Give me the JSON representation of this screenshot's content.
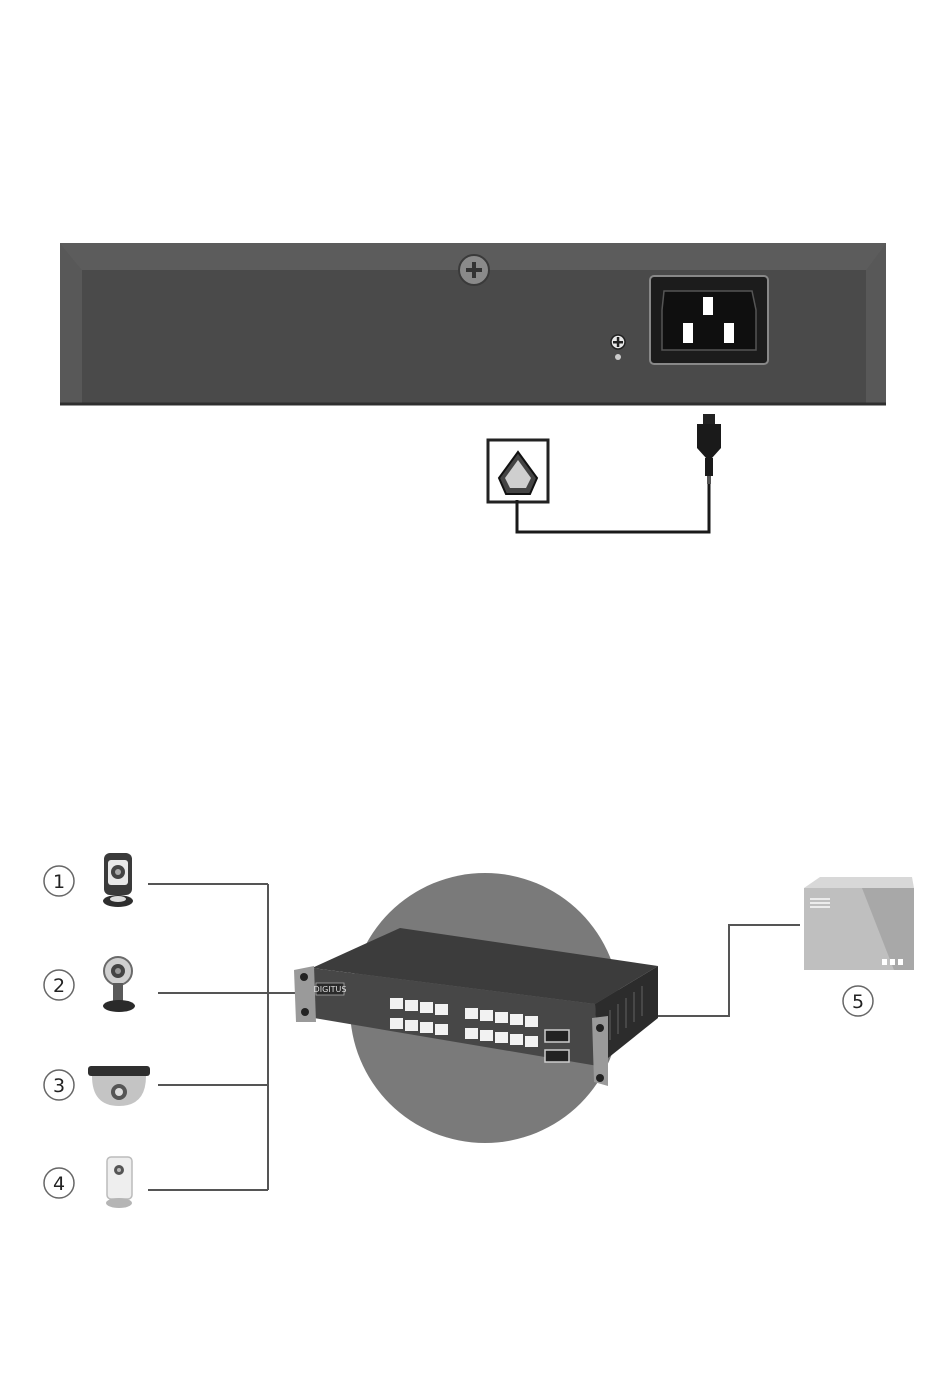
{
  "colors": {
    "panel": "#4a4a4a",
    "panel_dark": "#2f2f2f",
    "panel_edge": "#6a6a6a",
    "socket": "#1c1c1c",
    "wire": "#555555",
    "halo": "#7a7a7a",
    "device_light": "#cfcfcf"
  },
  "power_diagram": {
    "components": [
      "rear-panel",
      "ground-screw",
      "power-inlet",
      "wall-outlet",
      "power-plug",
      "power-cord"
    ]
  },
  "topology": {
    "switch": {
      "brand": "DIGITUS"
    },
    "cameras": [
      {
        "number": "1",
        "type": "box-camera-icon"
      },
      {
        "number": "2",
        "type": "bullet-camera-icon"
      },
      {
        "number": "3",
        "type": "dome-camera-icon"
      },
      {
        "number": "4",
        "type": "cube-camera-icon"
      }
    ],
    "nvr": {
      "number": "5",
      "type": "nvr-icon"
    }
  }
}
